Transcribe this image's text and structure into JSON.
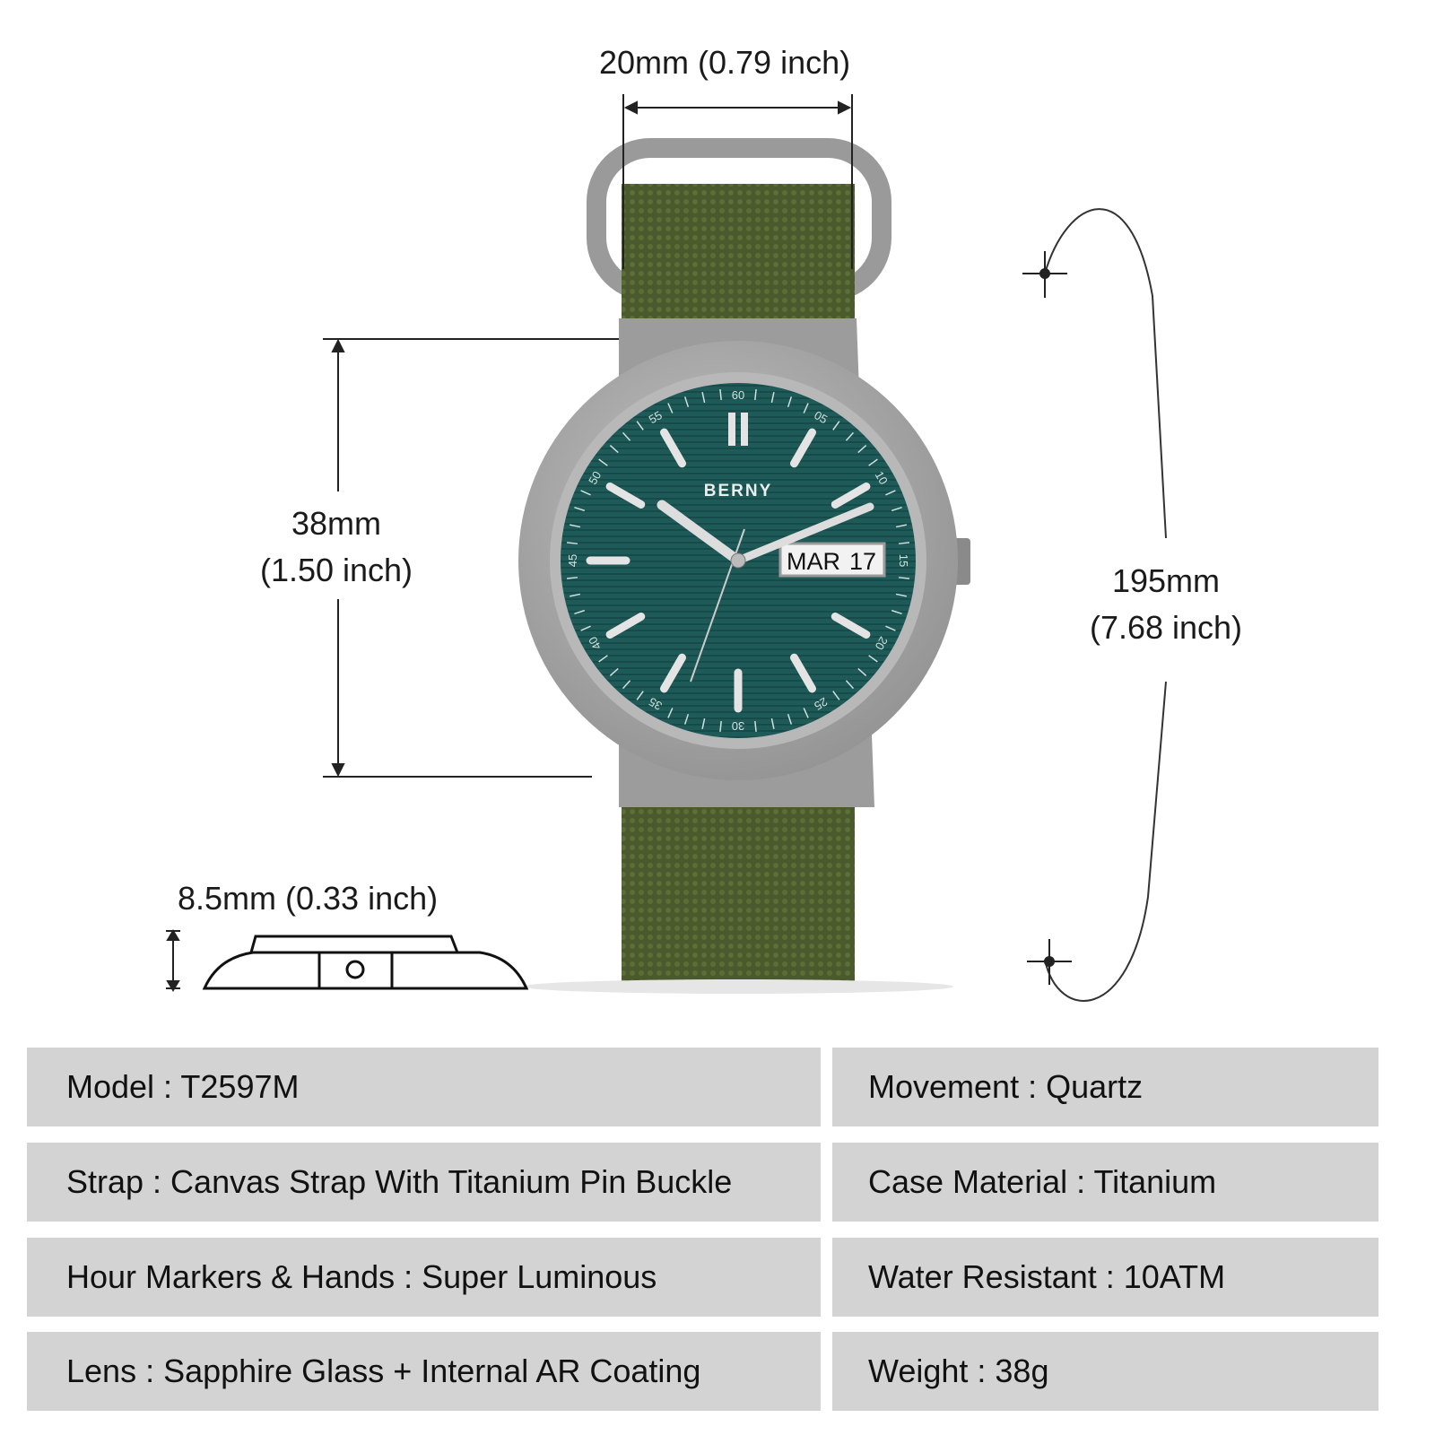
{
  "brand": "BERNY",
  "dial": {
    "day": "MAR",
    "date": "17",
    "minute_numerals": [
      "60",
      "05",
      "10",
      "15",
      "20",
      "25",
      "30",
      "35",
      "40",
      "45",
      "50",
      "55"
    ]
  },
  "dimensions": {
    "lug_width": "20mm (0.79 inch)",
    "case_diameter_mm": "38mm",
    "case_diameter_in": "(1.50 inch)",
    "strap_length_mm": "195mm",
    "strap_length_in": "(7.68 inch)",
    "thickness": "8.5mm (0.33 inch)"
  },
  "colors": {
    "dial": "#1d5a58",
    "strap": "#4a5a2c",
    "case": "#a9a9a9",
    "spec_bg": "#d3d3d3"
  },
  "specs": {
    "left": [
      "Model : T2597M",
      "Strap : Canvas Strap With Titanium Pin Buckle",
      "Hour Markers & Hands : Super Luminous",
      "Lens : Sapphire Glass + Internal AR Coating"
    ],
    "right": [
      "Movement : Quartz",
      "Case Material : Titanium",
      "Water Resistant : 10ATM",
      "Weight : 38g"
    ]
  }
}
